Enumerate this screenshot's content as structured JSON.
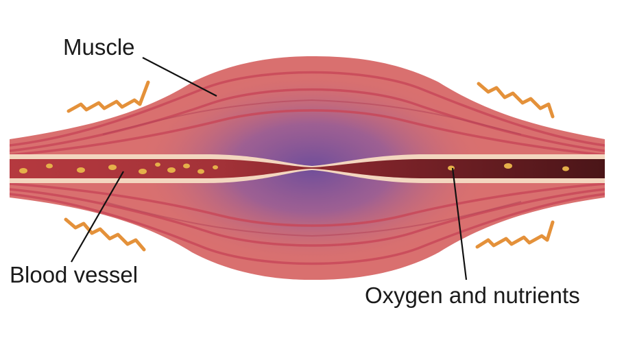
{
  "labels": {
    "muscle": "Muscle",
    "blood_vessel": "Blood vessel",
    "oxygen": "Oxygen and nutrients"
  },
  "colors": {
    "muscle_base": "#d9706f",
    "muscle_stripe": "#c8485a",
    "compression_center": "#6a4c9c",
    "vessel_wall": "#f3d6bf",
    "blood_light": "#b5393f",
    "blood_dark": "#4a1518",
    "nutrient": "#e5b04a",
    "motion_lines": "#e4913a",
    "leader_lines": "#111111"
  }
}
